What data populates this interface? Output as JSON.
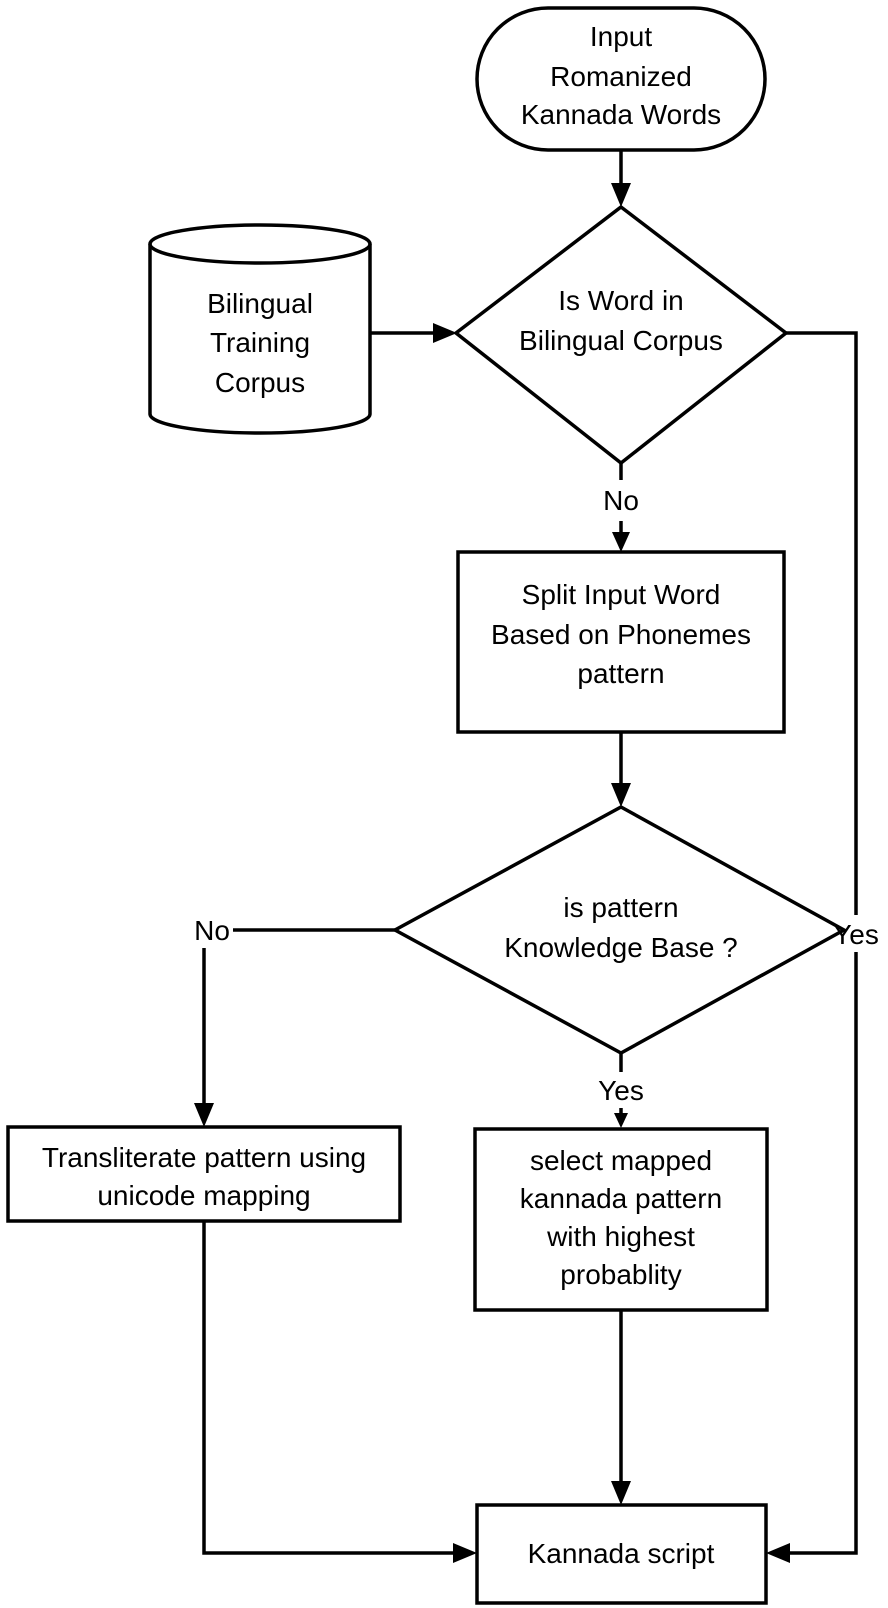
{
  "nodes": {
    "start": {
      "lines": [
        "Input",
        "Romanized",
        "Kannada Words"
      ]
    },
    "corpus": {
      "lines": [
        "Bilingual",
        "Training",
        "Corpus"
      ]
    },
    "decision1": {
      "lines": [
        "Is Word in",
        "Bilingual Corpus"
      ]
    },
    "split": {
      "lines": [
        "Split Input Word",
        "Based on Phonemes",
        "pattern"
      ]
    },
    "decision2": {
      "lines": [
        "is pattern",
        "Knowledge Base ?"
      ]
    },
    "transliterate": {
      "lines": [
        "Transliterate pattern using",
        "unicode mapping"
      ]
    },
    "select": {
      "lines": [
        "select mapped",
        "kannada pattern",
        "with highest",
        "probablity"
      ]
    },
    "output": {
      "lines": [
        "Kannada script"
      ]
    }
  },
  "edge_labels": {
    "d1_no": "No",
    "d1_yes": "Yes",
    "d2_no": "No",
    "d2_yes": "Yes"
  }
}
